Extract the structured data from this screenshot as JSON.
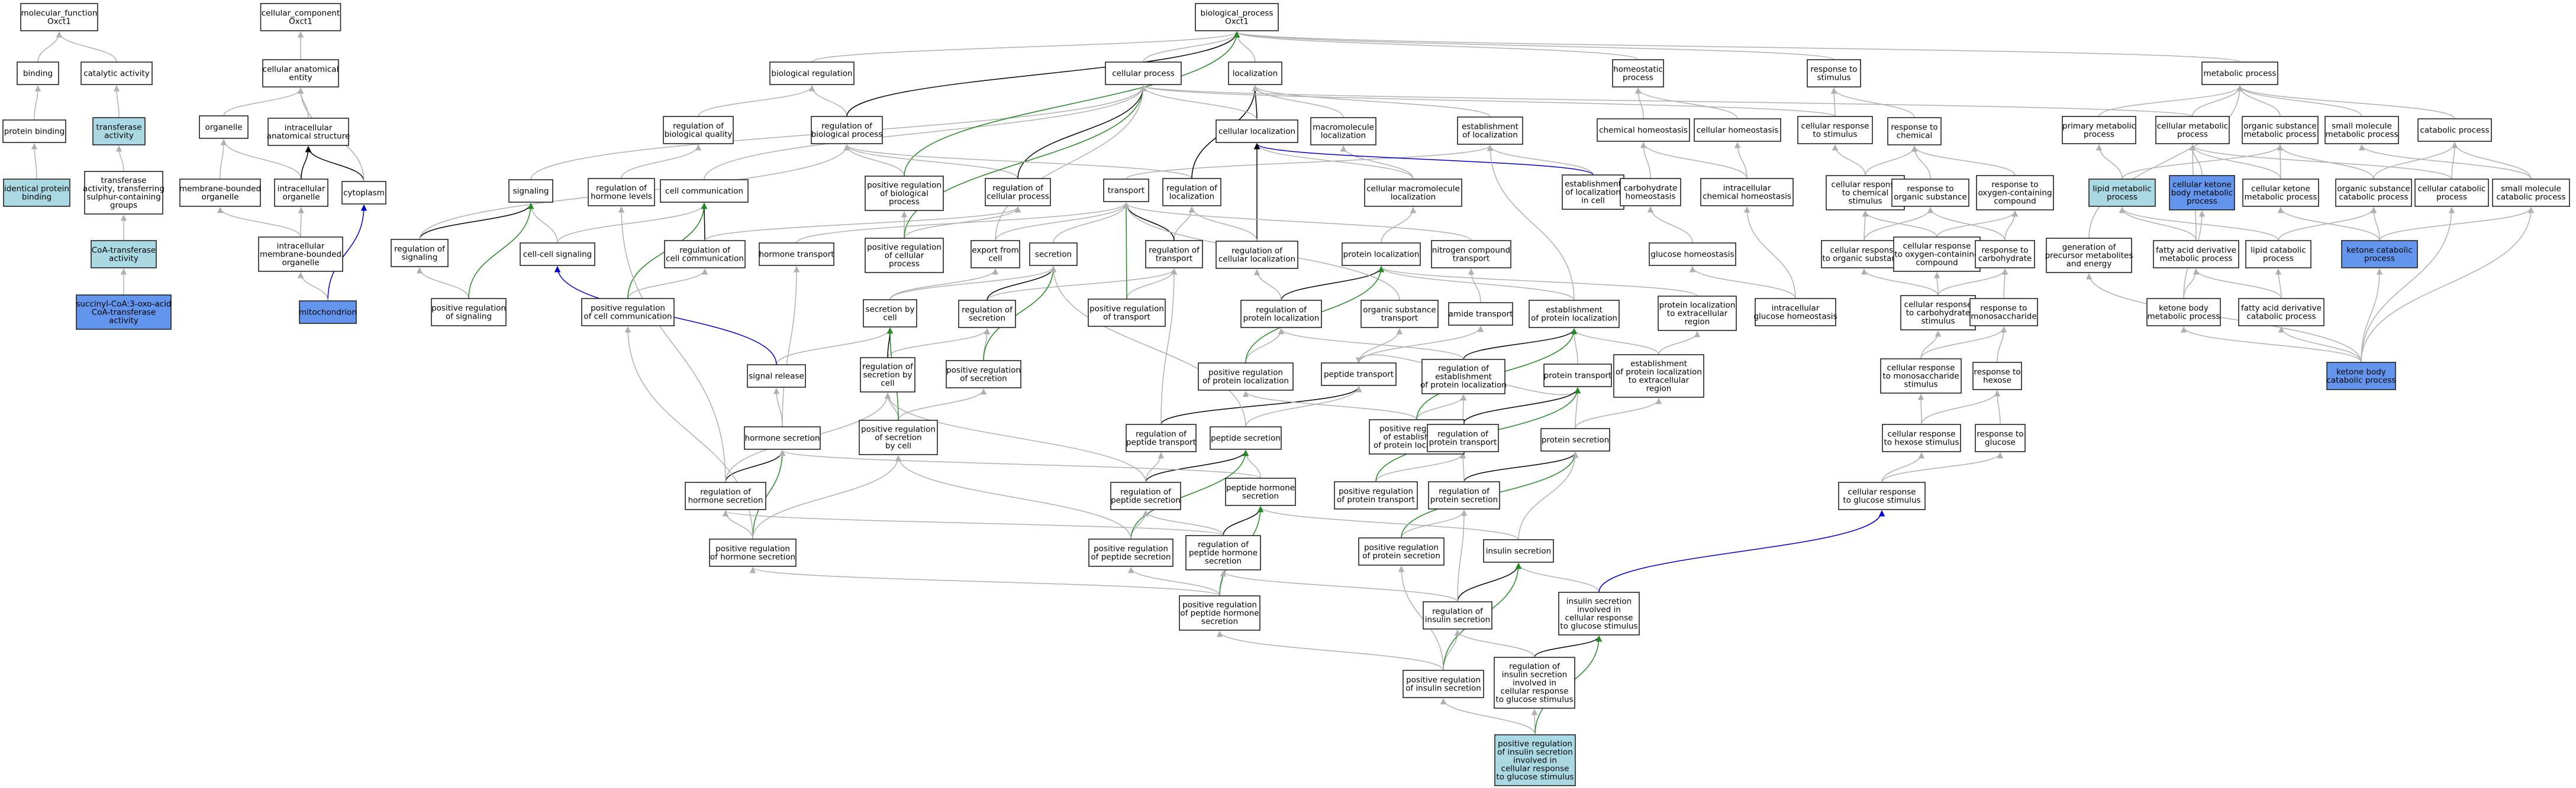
{
  "colors": {
    "default_fill": "#ffffff",
    "light_fill": "#aad8e3",
    "dark_fill": "#6495ed",
    "is_a": "#b0b0b0",
    "part_of": "#000000",
    "regulates": "#000000",
    "positively_regulates": "#228b22",
    "occurs_in": "#0000cd"
  },
  "nodes": [
    {
      "id": "mf",
      "label": "molecular_function\nOxct1",
      "fill": "default"
    },
    {
      "id": "cc",
      "label": "cellular_component\nOxct1",
      "fill": "default"
    },
    {
      "id": "bp",
      "label": "biological_process\nOxct1",
      "fill": "default"
    },
    {
      "id": "binding",
      "label": "binding",
      "fill": "default"
    },
    {
      "id": "catact",
      "label": "catalytic activity",
      "fill": "default"
    },
    {
      "id": "protbind",
      "label": "protein binding",
      "fill": "default"
    },
    {
      "id": "transact",
      "label": "transferase\nactivity",
      "fill": "light"
    },
    {
      "id": "idprot",
      "label": "identical protein\nbinding",
      "fill": "light"
    },
    {
      "id": "transsulf",
      "label": "transferase\nactivity, transferring\nsulphur-containing\ngroups",
      "fill": "default"
    },
    {
      "id": "coatrans",
      "label": "CoA-transferase\nactivity",
      "fill": "light"
    },
    {
      "id": "succoa",
      "label": "succinyl-CoA:3-oxo-acid\nCoA-transferase\nactivity",
      "fill": "dark"
    },
    {
      "id": "cae",
      "label": "cellular anatomical\nentity",
      "fill": "default"
    },
    {
      "id": "organelle",
      "label": "organelle",
      "fill": "default"
    },
    {
      "id": "ias",
      "label": "intracellular\nanatomical structure",
      "fill": "default"
    },
    {
      "id": "mbo",
      "label": "membrane-bounded\norganelle",
      "fill": "default"
    },
    {
      "id": "io",
      "label": "intracellular\norganelle",
      "fill": "default"
    },
    {
      "id": "cyto",
      "label": "cytoplasm",
      "fill": "default"
    },
    {
      "id": "imbo",
      "label": "intracellular\nmembrane-bounded\norganelle",
      "fill": "default"
    },
    {
      "id": "mito",
      "label": "mitochondrion",
      "fill": "dark"
    },
    {
      "id": "bioreg",
      "label": "biological regulation",
      "fill": "default"
    },
    {
      "id": "regbq",
      "label": "regulation of\nbiological quality",
      "fill": "default"
    },
    {
      "id": "regbp",
      "label": "regulation of\nbiological process",
      "fill": "default"
    },
    {
      "id": "signaling",
      "label": "signaling",
      "fill": "default"
    },
    {
      "id": "reghl",
      "label": "regulation of\nhormone levels",
      "fill": "default"
    },
    {
      "id": "cellcomm",
      "label": "cell communication",
      "fill": "default"
    },
    {
      "id": "regsig",
      "label": "regulation of\nsignaling",
      "fill": "default"
    },
    {
      "id": "ccsig",
      "label": "cell-cell signaling",
      "fill": "default"
    },
    {
      "id": "regcc",
      "label": "regulation of\ncell communication",
      "fill": "default"
    },
    {
      "id": "posregsig",
      "label": "positive regulation\nof signaling",
      "fill": "default"
    },
    {
      "id": "posregcc",
      "label": "positive regulation\nof cell communication",
      "fill": "default"
    },
    {
      "id": "cellproc",
      "label": "cellular process",
      "fill": "default"
    },
    {
      "id": "posregbp",
      "label": "positive regulation\nof biological\nprocess",
      "fill": "default"
    },
    {
      "id": "regcp",
      "label": "regulation of\ncellular process",
      "fill": "default"
    },
    {
      "id": "posregcp",
      "label": "positive regulation\nof cellular\nprocess",
      "fill": "default"
    },
    {
      "id": "hormtrans",
      "label": "hormone transport",
      "fill": "default"
    },
    {
      "id": "exportcell",
      "label": "export from\ncell",
      "fill": "default"
    },
    {
      "id": "secretion",
      "label": "secretion",
      "fill": "default"
    },
    {
      "id": "transport",
      "label": "transport",
      "fill": "default"
    },
    {
      "id": "localization",
      "label": "localization",
      "fill": "default"
    },
    {
      "id": "regloc",
      "label": "regulation of\nlocalization",
      "fill": "default"
    },
    {
      "id": "regtrans",
      "label": "regulation of\ntransport",
      "fill": "default"
    },
    {
      "id": "secbycell",
      "label": "secretion by\ncell",
      "fill": "default"
    },
    {
      "id": "regsec",
      "label": "regulation of\nsecretion",
      "fill": "default"
    },
    {
      "id": "posregtrans",
      "label": "positive regulation\nof transport",
      "fill": "default"
    },
    {
      "id": "sigrel",
      "label": "signal release",
      "fill": "default"
    },
    {
      "id": "regsecbc",
      "label": "regulation of\nsecretion by\ncell",
      "fill": "default"
    },
    {
      "id": "posregsec",
      "label": "positive regulation\nof secretion",
      "fill": "default"
    },
    {
      "id": "hormsec",
      "label": "hormone secretion",
      "fill": "default"
    },
    {
      "id": "posregsecbc",
      "label": "positive regulation\nof secretion\nby cell",
      "fill": "default"
    },
    {
      "id": "reghormsec",
      "label": "regulation of\nhormone secretion",
      "fill": "default"
    },
    {
      "id": "posreghormsec",
      "label": "positive regulation\nof hormone secretion",
      "fill": "default"
    },
    {
      "id": "cellloc",
      "label": "cellular localization",
      "fill": "default"
    },
    {
      "id": "macroloc",
      "label": "macromolecule\nlocalization",
      "fill": "default"
    },
    {
      "id": "estloc",
      "label": "establishment\nof localization",
      "fill": "default"
    },
    {
      "id": "cmacroloc",
      "label": "cellular macromolecule\nlocalization",
      "fill": "default"
    },
    {
      "id": "estloccell",
      "label": "establishment\nof localization\nin cell",
      "fill": "default"
    },
    {
      "id": "regcellloc",
      "label": "regulation of\ncellular localization",
      "fill": "default"
    },
    {
      "id": "protloc",
      "label": "protein localization",
      "fill": "default"
    },
    {
      "id": "nctrans",
      "label": "nitrogen compound\ntransport",
      "fill": "default"
    },
    {
      "id": "regprotloc",
      "label": "regulation of\nprotein localization",
      "fill": "default"
    },
    {
      "id": "orgsubtrans",
      "label": "organic substance\ntransport",
      "fill": "default"
    },
    {
      "id": "amidetrans",
      "label": "amide transport",
      "fill": "default"
    },
    {
      "id": "estprotloc",
      "label": "establishment\nof protein localization",
      "fill": "default"
    },
    {
      "id": "protlocextra",
      "label": "protein localization\nto extracellular\nregion",
      "fill": "default"
    },
    {
      "id": "posregprotloc",
      "label": "positive regulation\nof protein localization",
      "fill": "default"
    },
    {
      "id": "peptrans",
      "label": "peptide transport",
      "fill": "default"
    },
    {
      "id": "regestprotloc",
      "label": "regulation of\nestablishment\nof protein localization",
      "fill": "default"
    },
    {
      "id": "prottrans",
      "label": "protein transport",
      "fill": "default"
    },
    {
      "id": "estprotlocextra",
      "label": "establishment\nof protein localization\nto extracellular\nregion",
      "fill": "default"
    },
    {
      "id": "regpeptrans",
      "label": "regulation of\npeptide transport",
      "fill": "default"
    },
    {
      "id": "pepsec",
      "label": "peptide secretion",
      "fill": "default"
    },
    {
      "id": "posregestprotloc",
      "label": "positive regulation\nof establishment\nof protein localization",
      "fill": "default"
    },
    {
      "id": "regprottrans",
      "label": "regulation of\nprotein transport",
      "fill": "default"
    },
    {
      "id": "protsec",
      "label": "protein secretion",
      "fill": "default"
    },
    {
      "id": "regpepsec",
      "label": "regulation of\npeptide secretion",
      "fill": "default"
    },
    {
      "id": "pephormsec",
      "label": "peptide hormone\nsecretion",
      "fill": "default"
    },
    {
      "id": "posregprottrans",
      "label": "positive regulation\nof protein transport",
      "fill": "default"
    },
    {
      "id": "regprotsec",
      "label": "regulation of\nprotein secretion",
      "fill": "default"
    },
    {
      "id": "posregpepsec",
      "label": "positive regulation\nof peptide secretion",
      "fill": "default"
    },
    {
      "id": "regpephormsec",
      "label": "regulation of\npeptide hormone\nsecretion",
      "fill": "default"
    },
    {
      "id": "posregprotsec",
      "label": "positive regulation\nof protein secretion",
      "fill": "default"
    },
    {
      "id": "inssec",
      "label": "insulin secretion",
      "fill": "default"
    },
    {
      "id": "posregpephormsec",
      "label": "positive regulation\nof peptide hormone\nsecretion",
      "fill": "default"
    },
    {
      "id": "reginssec",
      "label": "regulation of\ninsulin secretion",
      "fill": "default"
    },
    {
      "id": "inssecglu",
      "label": "insulin secretion\ninvolved in\ncellular response\nto glucose stimulus",
      "fill": "default"
    },
    {
      "id": "posreginssec",
      "label": "positive regulation\nof insulin secretion",
      "fill": "default"
    },
    {
      "id": "reginssecglu",
      "label": "regulation of\ninsulin secretion\ninvolved in\ncellular response\nto glucose stimulus",
      "fill": "default"
    },
    {
      "id": "posreginssecglu",
      "label": "positive regulation\nof insulin secretion\ninvolved in\ncellular response\nto glucose stimulus",
      "fill": "light"
    },
    {
      "id": "homeoproc",
      "label": "homeostatic\nprocess",
      "fill": "default"
    },
    {
      "id": "chemhomeo",
      "label": "chemical homeostasis",
      "fill": "default"
    },
    {
      "id": "cellhomeo",
      "label": "cellular homeostasis",
      "fill": "default"
    },
    {
      "id": "carbohomeo",
      "label": "carbohydrate\nhomeostasis",
      "fill": "default"
    },
    {
      "id": "icchemhomeo",
      "label": "intracellular\nchemical homeostasis",
      "fill": "default"
    },
    {
      "id": "gluhomeo",
      "label": "glucose homeostasis",
      "fill": "default"
    },
    {
      "id": "icgluhomeo",
      "label": "intracellular\nglucose homeostasis",
      "fill": "default"
    },
    {
      "id": "resstim",
      "label": "response to\nstimulus",
      "fill": "default"
    },
    {
      "id": "cellresstim",
      "label": "cellular response\nto stimulus",
      "fill": "default"
    },
    {
      "id": "reschem",
      "label": "response to\nchemical",
      "fill": "default"
    },
    {
      "id": "cellreschem",
      "label": "cellular response\nto chemical\nstimulus",
      "fill": "default"
    },
    {
      "id": "resorgsub",
      "label": "response to\norganic substance",
      "fill": "default"
    },
    {
      "id": "resoxy",
      "label": "response to\noxygen-containing\ncompound",
      "fill": "default"
    },
    {
      "id": "cellresorgsub",
      "label": "cellular response\nto organic substance",
      "fill": "default"
    },
    {
      "id": "cellresoxy",
      "label": "cellular response\nto oxygen-containing\ncompound",
      "fill": "default"
    },
    {
      "id": "rescarbo",
      "label": "response to\ncarbohydrate",
      "fill": "default"
    },
    {
      "id": "cellrescarbo",
      "label": "cellular response\nto carbohydrate\nstimulus",
      "fill": "default"
    },
    {
      "id": "resmono",
      "label": "response to\nmonosaccharide",
      "fill": "default"
    },
    {
      "id": "cellresmono",
      "label": "cellular response\nto monosaccharide\nstimulus",
      "fill": "default"
    },
    {
      "id": "reshexose",
      "label": "response to\nhexose",
      "fill": "default"
    },
    {
      "id": "cellreshexose",
      "label": "cellular response\nto hexose stimulus",
      "fill": "default"
    },
    {
      "id": "resglu",
      "label": "response to\nglucose",
      "fill": "default"
    },
    {
      "id": "cellresglu",
      "label": "cellular response\nto glucose stimulus",
      "fill": "default"
    },
    {
      "id": "metproc",
      "label": "metabolic process",
      "fill": "default"
    },
    {
      "id": "primmet",
      "label": "primary metabolic\nprocess",
      "fill": "default"
    },
    {
      "id": "cellmet",
      "label": "cellular metabolic\nprocess",
      "fill": "default"
    },
    {
      "id": "orgsubmet",
      "label": "organic substance\nmetabolic process",
      "fill": "default"
    },
    {
      "id": "smallmolmet",
      "label": "small molecule\nmetabolic process",
      "fill": "default"
    },
    {
      "id": "catab",
      "label": "catabolic process",
      "fill": "default"
    },
    {
      "id": "lipidmet",
      "label": "lipid metabolic\nprocess",
      "fill": "light"
    },
    {
      "id": "cellketmet",
      "label": "cellular ketone\nbody metabolic\nprocess",
      "fill": "dark"
    },
    {
      "id": "cellketonemet",
      "label": "cellular ketone\nmetabolic process",
      "fill": "default"
    },
    {
      "id": "orgsubcat",
      "label": "organic substance\ncatabolic process",
      "fill": "default"
    },
    {
      "id": "cellcat",
      "label": "cellular catabolic\nprocess",
      "fill": "default"
    },
    {
      "id": "smallmolcat",
      "label": "small molecule\ncatabolic process",
      "fill": "default"
    },
    {
      "id": "genprec",
      "label": "generation of\nprecursor metabolites\nand energy",
      "fill": "default"
    },
    {
      "id": "fattyder",
      "label": "fatty acid derivative\nmetabolic process",
      "fill": "default"
    },
    {
      "id": "lipidcat",
      "label": "lipid catabolic\nprocess",
      "fill": "default"
    },
    {
      "id": "ketcat",
      "label": "ketone catabolic\nprocess",
      "fill": "dark"
    },
    {
      "id": "ketbodymet",
      "label": "ketone body\nmetabolic process",
      "fill": "default"
    },
    {
      "id": "fattydercat",
      "label": "fatty acid derivative\ncatabolic process",
      "fill": "default"
    },
    {
      "id": "ketbodycat",
      "label": "ketone body\ncatabolic process",
      "fill": "dark"
    }
  ]
}
